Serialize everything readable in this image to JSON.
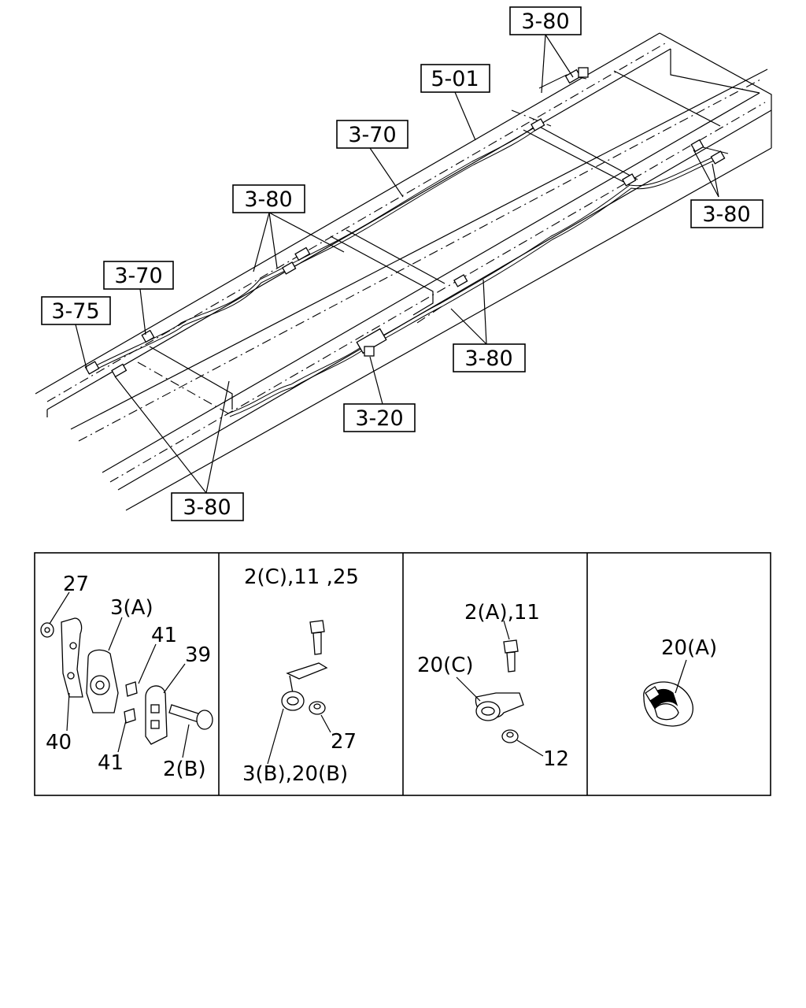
{
  "callouts": {
    "c1": "3-80",
    "c2": "5-01",
    "c3": "3-70",
    "c4": "3-80",
    "c5": "3-70",
    "c6": "3-75",
    "c7": "3-80",
    "c8": "3-80",
    "c9": "3-20",
    "c10": "3-80"
  },
  "panel1": {
    "p27": "27",
    "p3a": "3(A)",
    "p41a": "41",
    "p39": "39",
    "p40": "40",
    "p41b": "41",
    "p2b": "2(B)"
  },
  "panel2": {
    "top": "2(C),11 ,25",
    "p27": "27",
    "bottom": "3(B),20(B)"
  },
  "panel3": {
    "top": "2(A),11",
    "p20c": "20(C)",
    "p12": "12"
  },
  "panel4": {
    "p20a": "20(A)"
  }
}
